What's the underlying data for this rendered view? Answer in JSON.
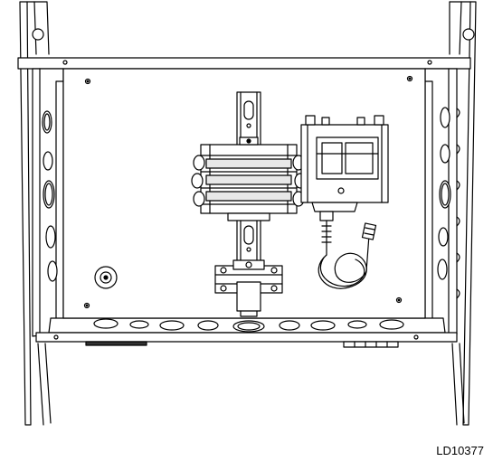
{
  "figure": {
    "id_label": "LD10377"
  },
  "components": [
    "enclosure-frame",
    "back-panel",
    "din-rail",
    "terminal-block-stack",
    "relay-base",
    "pressure-switch",
    "capillary-tube",
    "ground-lug"
  ],
  "colors": {
    "line": "#000000",
    "fill": "#ffffff",
    "shade": "#e8e8e8",
    "dark": "#333333"
  }
}
